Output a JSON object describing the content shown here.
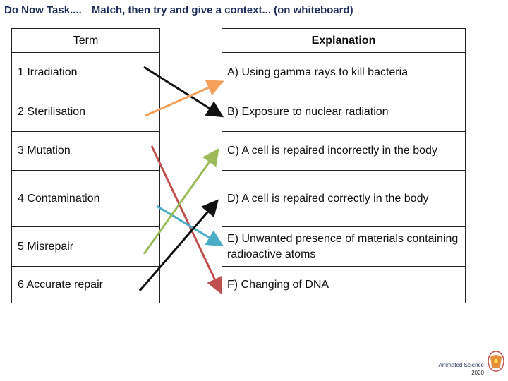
{
  "title": {
    "main": "Do Now Task....",
    "sub": "Match, then try and give a context... (on whiteboard)"
  },
  "term_header": "Term",
  "expl_header": "Explanation",
  "terms": [
    "1 Irradiation",
    "2 Sterilisation",
    "3 Mutation",
    "4 Contamination",
    "5 Misrepair",
    "6 Accurate repair"
  ],
  "explanations": [
    "A) Using gamma rays to kill bacteria",
    "B) Exposure to nuclear radiation",
    "C) A cell is repaired incorrectly in the body",
    "D) A cell is repaired correctly in the body",
    "E) Unwanted presence of materials containing radioactive atoms",
    "F) Changing of DNA"
  ],
  "matches": [
    {
      "term": 1,
      "explanation": "B",
      "color": "#111111"
    },
    {
      "term": 2,
      "explanation": "A",
      "color": "#f4a05a"
    },
    {
      "term": 3,
      "explanation": "F",
      "color": "#c0504d"
    },
    {
      "term": 4,
      "explanation": "E",
      "color": "#4bacc6"
    },
    {
      "term": 5,
      "explanation": "C",
      "color": "#9bbb59"
    },
    {
      "term": 6,
      "explanation": "D",
      "color": "#111111"
    }
  ],
  "logo": {
    "line1": "Animated Science",
    "line2": "2020"
  },
  "colors": {
    "title": "#1f2d5a",
    "logo_accent": "#e07b1a"
  }
}
